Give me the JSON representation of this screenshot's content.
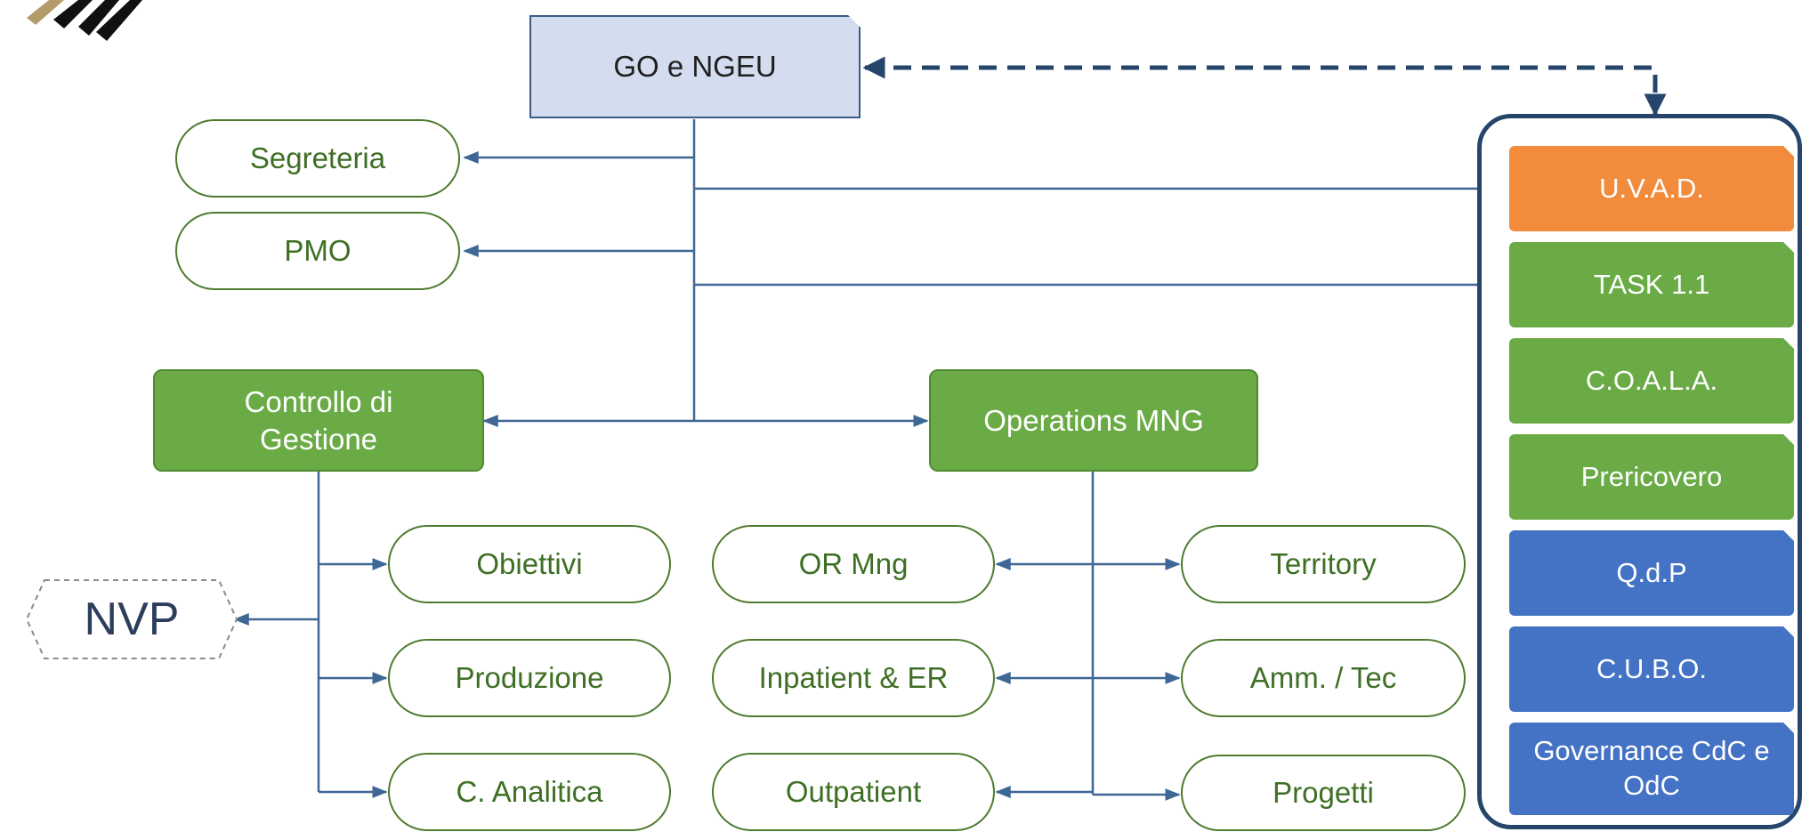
{
  "colors": {
    "line": "#3e6795",
    "dashed": "#26456b",
    "green": "#6aab45",
    "orange": "#f28c3c",
    "blue": "#4472c4",
    "go_fill": "#d3ddef",
    "pill_text": "#3e6f24",
    "panel_border": "#26456b"
  },
  "top": {
    "label": "GO e NGEU"
  },
  "staff": {
    "segreteria": "Segreteria",
    "pmo": "PMO"
  },
  "divisions": {
    "controllo": "Controllo di Gestione",
    "operations": "Operations MNG"
  },
  "controllo_children": [
    "Obiettivi",
    "Produzione",
    "C. Analitica"
  ],
  "operations_left": [
    "OR Mng",
    "Inpatient & ER",
    "Outpatient"
  ],
  "operations_right": [
    "Territory",
    "Amm. / Tec",
    "Progetti"
  ],
  "nvp": {
    "label": "NVP"
  },
  "panel_items": [
    {
      "label": "U.V.A.D.",
      "color": "#f28c3c"
    },
    {
      "label": "TASK 1.1",
      "color": "#6aab45"
    },
    {
      "label": "C.O.A.L.A.",
      "color": "#6aab45"
    },
    {
      "label": "Prericovero",
      "color": "#6aab45"
    },
    {
      "label": "Q.d.P",
      "color": "#4472c4"
    },
    {
      "label": "C.U.B.O.",
      "color": "#4472c4"
    },
    {
      "label": "Governance CdC e OdC",
      "color": "#4472c4"
    }
  ]
}
